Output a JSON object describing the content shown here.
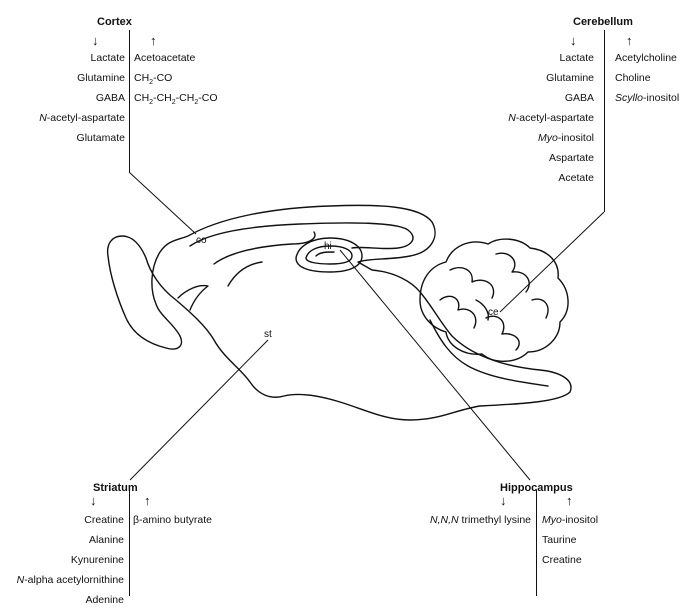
{
  "cortex": {
    "title": "Cortex",
    "down_arrow": "↓",
    "up_arrow": "↑",
    "decreased": [
      "Lactate",
      "Glutamine",
      "GABA",
      "N-acetyl-aspartate",
      "Glutamate"
    ],
    "increased": [
      "Acetoacetate",
      "CH2-CO",
      "CH2-CH2-CH2-CO"
    ]
  },
  "cerebellum": {
    "title": "Cerebellum",
    "down_arrow": "↓",
    "up_arrow": "↑",
    "decreased": [
      "Lactate",
      "Glutamine",
      "GABA",
      "N-acetyl-aspartate",
      "Myo-inositol",
      "Aspartate",
      "Acetate"
    ],
    "increased": [
      "Acetylcholine",
      "Choline",
      "Scyllo-inositol"
    ]
  },
  "striatum": {
    "title": "Striatum",
    "down_arrow": "↓",
    "up_arrow": "↑",
    "decreased": [
      "Creatine",
      "Alanine",
      "Kynurenine",
      "N-alpha acetylornithine",
      "Adenine"
    ],
    "increased": [
      "β-amino butyrate"
    ]
  },
  "hippocampus": {
    "title": "Hippocampus",
    "down_arrow": "↓",
    "up_arrow": "↑",
    "decreased": [
      "N,N,N trimethyl lysine"
    ],
    "increased": [
      "Myo-inositol",
      "Taurine",
      "Creatine"
    ]
  },
  "brain_labels": {
    "cortex": "co",
    "hippocampus": "hi",
    "cerebellum": "ce",
    "striatum": "st"
  }
}
